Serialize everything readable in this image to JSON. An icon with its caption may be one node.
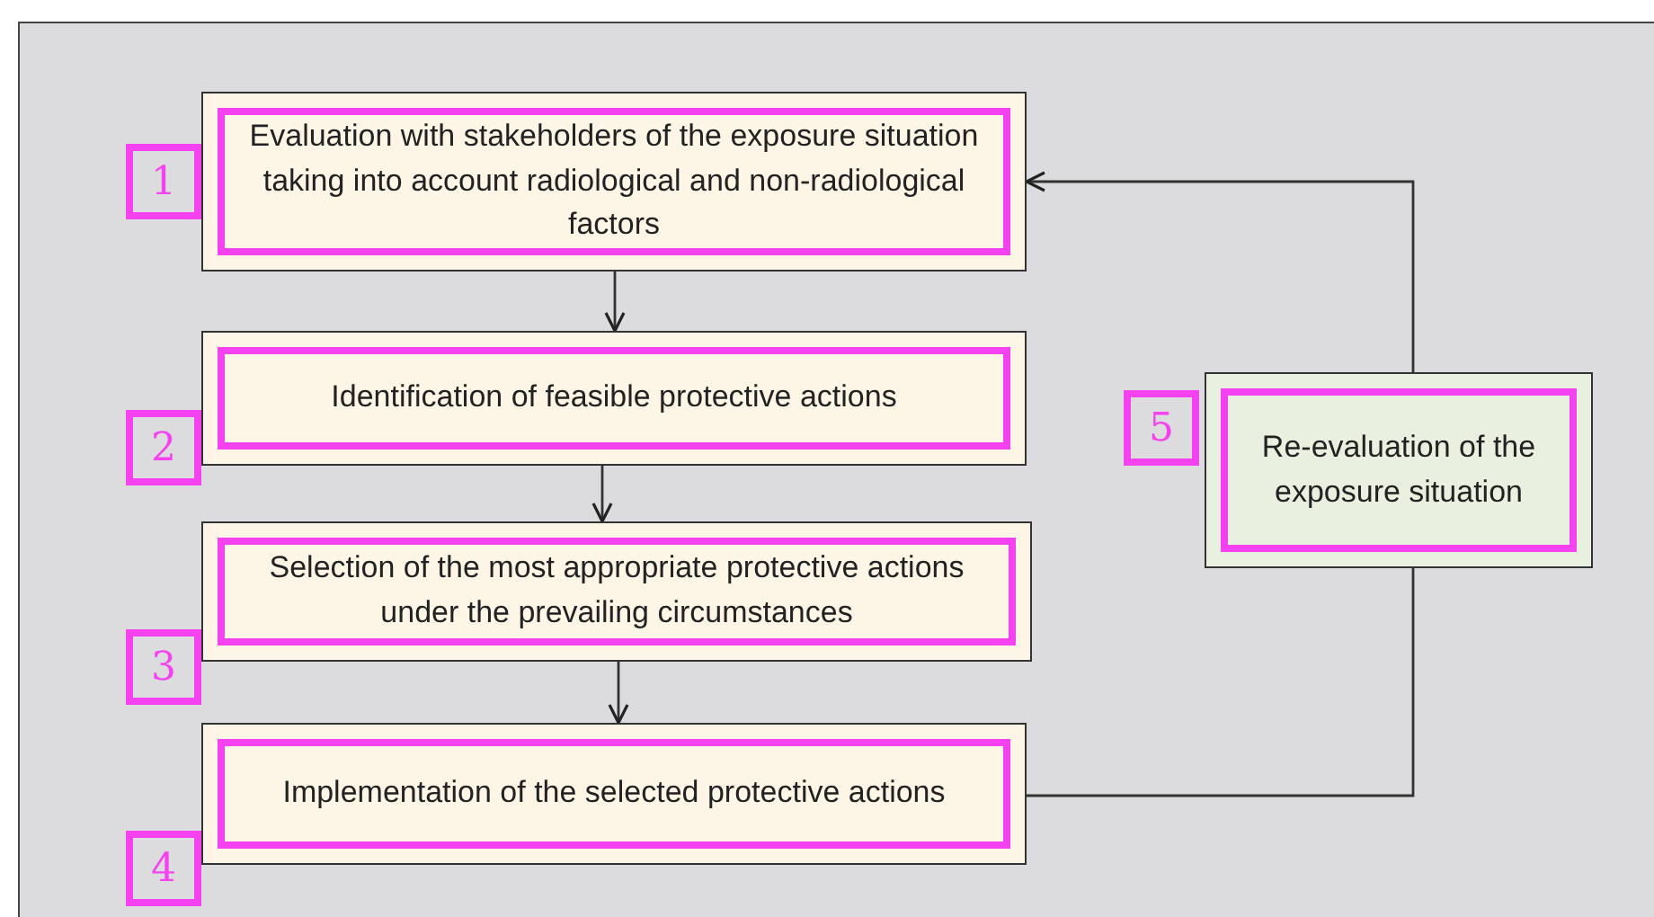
{
  "diagram": {
    "nodes": [
      {
        "text": [
          "Evaluation with stakeholders of the exposure situation taking into account radiological and non-radiological factors"
        ]
      },
      {
        "text": [
          "Identification of feasible protective actions"
        ]
      },
      {
        "text": [
          "Selection of the most appropriate protective actions under the prevailing circumstances"
        ]
      },
      {
        "text": [
          "Implementation of the selected protective actions"
        ]
      },
      {
        "text": [
          "Re-evaluation of the exposure situation"
        ]
      }
    ],
    "edges": [
      {
        "from": 0,
        "to": 1,
        "arrow": "to"
      },
      {
        "from": 1,
        "to": 2,
        "arrow": "to"
      },
      {
        "from": 2,
        "to": 3,
        "arrow": "to"
      },
      {
        "from": 3,
        "to": 4,
        "arrow": "none"
      },
      {
        "from": 4,
        "to": 0,
        "arrow": "to"
      }
    ],
    "labels": [
      "1",
      "2",
      "3",
      "4",
      "5"
    ]
  }
}
